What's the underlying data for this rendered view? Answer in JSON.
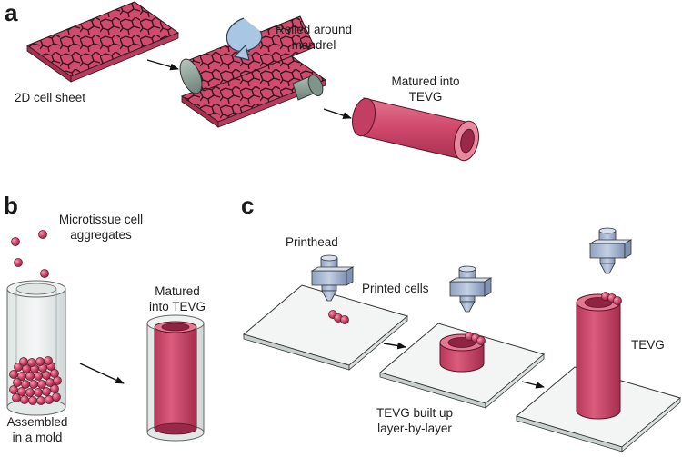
{
  "colors": {
    "tissue": "#d24a6e",
    "tissue_light": "#e0748f",
    "tissue_dark": "#a8304f",
    "cell_border": "#2a1a1e",
    "mandrel": "#8fa39a",
    "printhead": "#a9b9d3",
    "plate": "#f2f5f4",
    "mold_glass": "#c9d4d2"
  },
  "panels": {
    "a": {
      "letter": "a",
      "sheet_label": "2D cell sheet",
      "rolled_label": [
        "Rolled around",
        "mandrel"
      ],
      "matured_label": [
        "Matured into",
        "TEVG"
      ]
    },
    "b": {
      "letter": "b",
      "aggregates_label": [
        "Microtissue cell",
        "aggregates"
      ],
      "mold_label": [
        "Assembled",
        "in a mold"
      ],
      "matured_label": [
        "Matured",
        "into TEVG"
      ]
    },
    "c": {
      "letter": "c",
      "printhead_label": "Printhead",
      "printed_label": "Printed cells",
      "layer_label": [
        "TEVG built up",
        "layer-by-layer"
      ],
      "tevg_label": "TEVG"
    }
  },
  "icons": [
    "arrow-icon",
    "curved-arrow-icon"
  ]
}
